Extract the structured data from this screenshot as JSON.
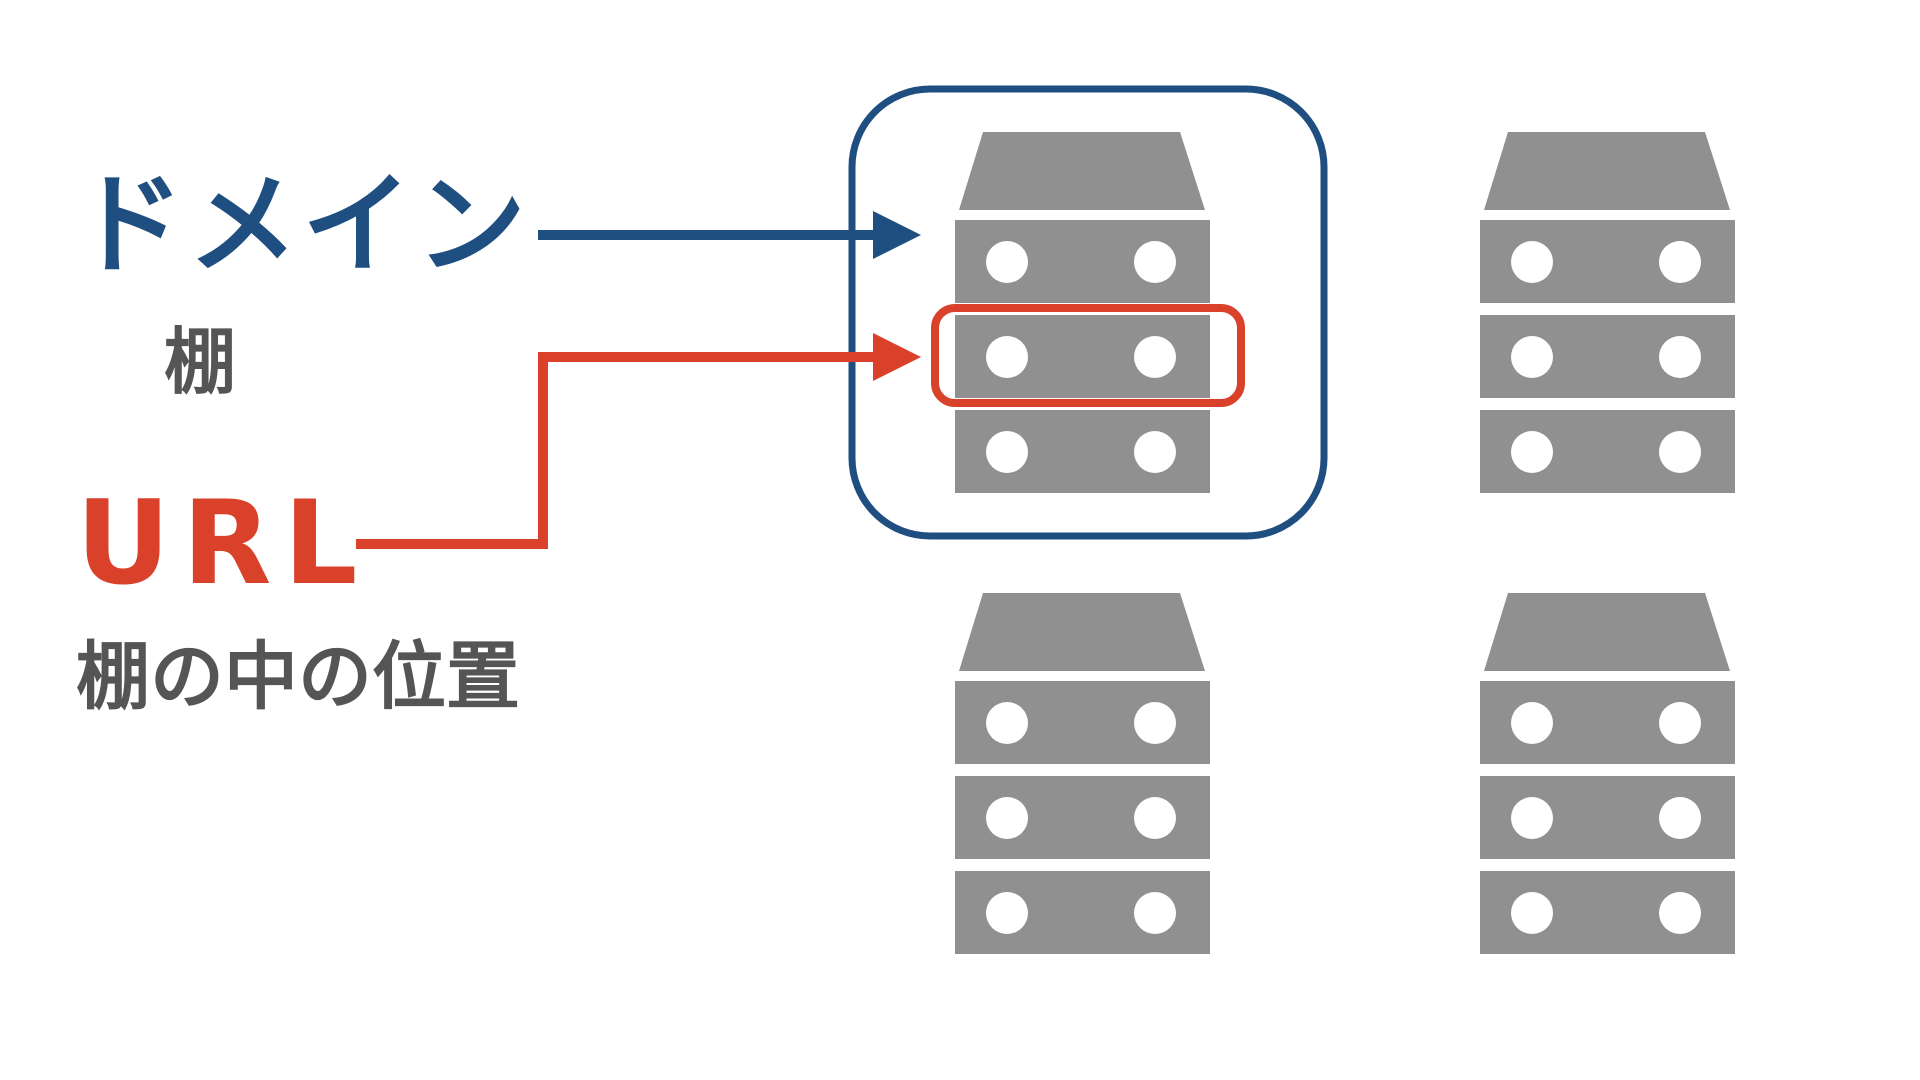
{
  "labels": {
    "domain": "ドメイン",
    "domain_sub": "棚",
    "url": "URL",
    "url_sub": "棚の中の位置"
  },
  "colors": {
    "domain": "#1f4e80",
    "url": "#d9412b",
    "rack": "#909090",
    "sub_text": "#555555",
    "hole": "#ffffff"
  },
  "icons": [
    "server-rack-icon"
  ],
  "racks": [
    {
      "name": "rack-top-left",
      "shelves": 3,
      "highlighted": true,
      "highlighted_shelf": 2
    },
    {
      "name": "rack-top-right",
      "shelves": 3,
      "highlighted": false
    },
    {
      "name": "rack-bottom-left",
      "shelves": 3,
      "highlighted": false
    },
    {
      "name": "rack-bottom-right",
      "shelves": 3,
      "highlighted": false
    }
  ]
}
